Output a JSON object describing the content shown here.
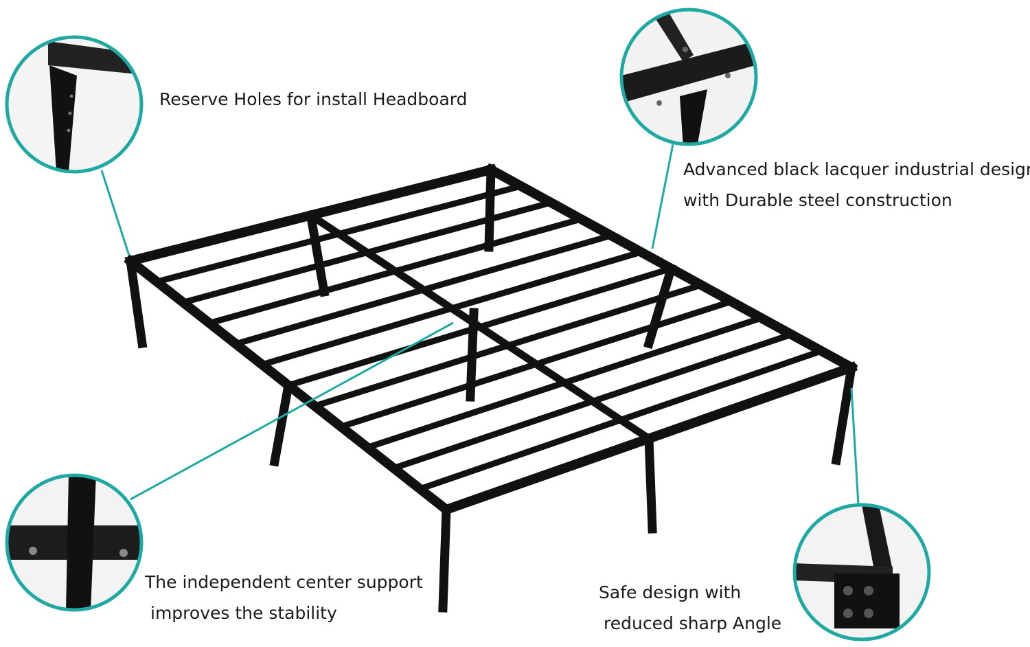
{
  "callouts": {
    "headboard": "Reserve Holes for install Headboard",
    "design_line1": "Advanced black lacquer industrial design",
    "design_line2": "with Durable steel construction",
    "center_line1": "The independent center support",
    "center_line2": "improves the stability",
    "angle_line1": "Safe design with",
    "angle_line2": "reduced sharp Angle"
  },
  "colors": {
    "accent": "#1fa9a2",
    "frame": "#111111"
  }
}
